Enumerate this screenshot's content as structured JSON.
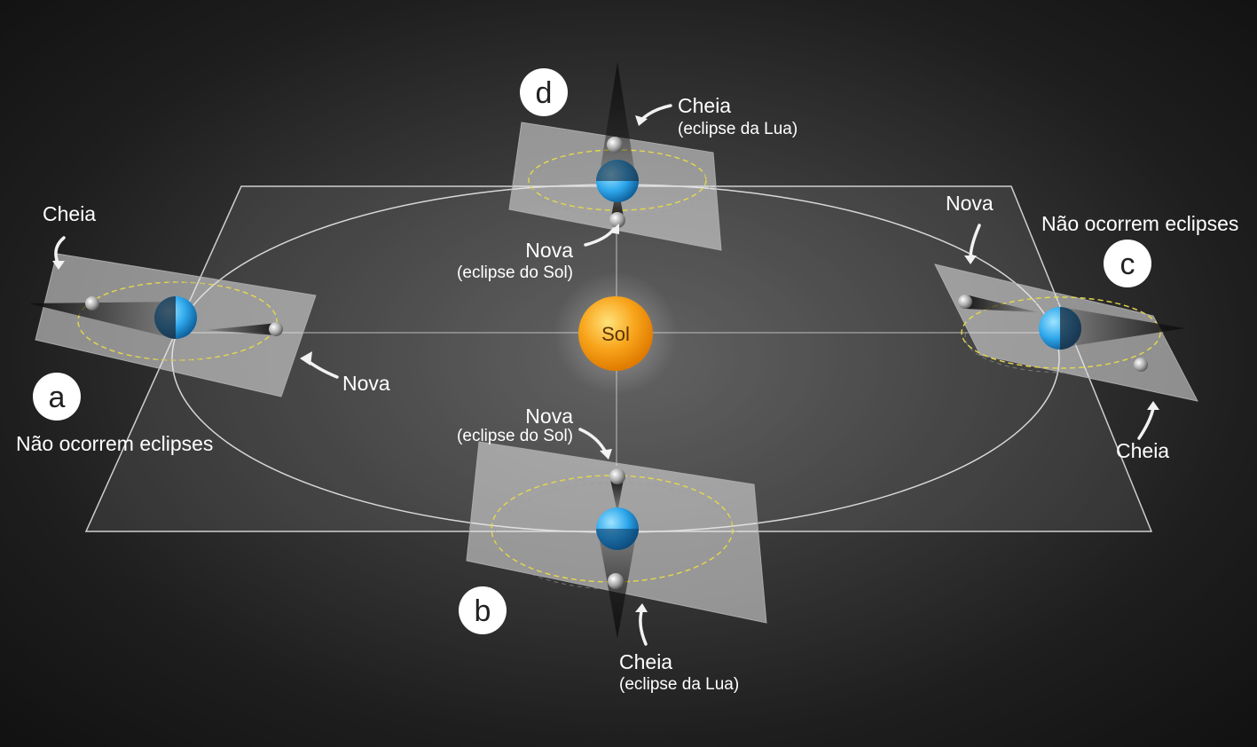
{
  "sun": {
    "label": "Sol"
  },
  "positions": {
    "a": {
      "badge": "a",
      "caption": "Não ocorrem eclipses",
      "full_label": "Cheia",
      "new_label": "Nova"
    },
    "b": {
      "badge": "b",
      "new_label": "Nova",
      "new_sub": "(eclipse do Sol)",
      "full_label": "Cheia",
      "full_sub": "(eclipse da Lua)"
    },
    "c": {
      "badge": "c",
      "caption": "Não ocorrem eclipses",
      "new_label": "Nova",
      "full_label": "Cheia"
    },
    "d": {
      "badge": "d",
      "full_label": "Cheia",
      "full_sub": "(eclipse da Lua)",
      "new_label": "Nova",
      "new_sub": "(eclipse do Sol)"
    }
  },
  "colors": {
    "earth": "#3fb4f0",
    "sun": "#f7a21a",
    "orbit_line": "#d8d8d8",
    "moon_orbit": "#e6d84a"
  }
}
